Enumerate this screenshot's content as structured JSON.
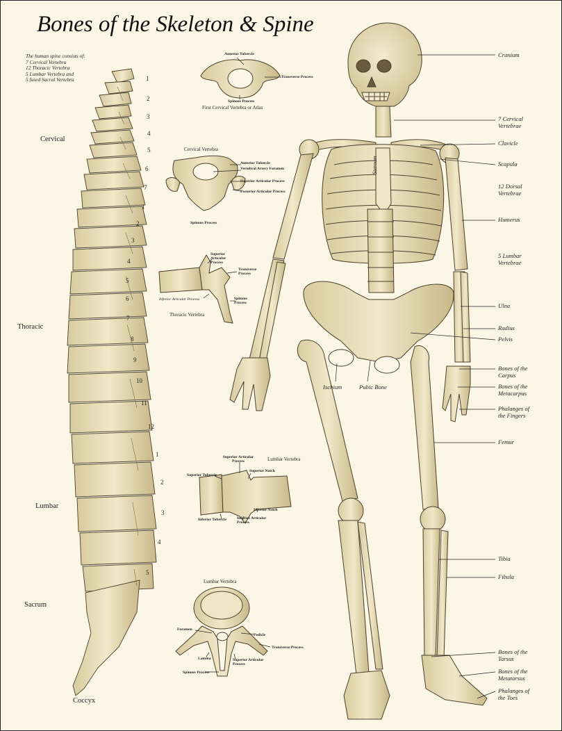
{
  "title": "Bones of the Skeleton & Spine",
  "intro": [
    "The human spine consists of:",
    "7 Cervical Vertebra",
    "12 Thoracic Vertebra",
    "5 Lumbar Vertebra and",
    "5 fused Sacral Vertebra"
  ],
  "regions": {
    "cervical": "Cervical",
    "thoracic": "Thoracic",
    "lumbar": "Lumbar",
    "sacrum": "Sacrum",
    "coccyx": "Coccyx"
  },
  "vertebra_numbers": [
    "1",
    "2",
    "3",
    "4",
    "5",
    "6",
    "7",
    "1",
    "2",
    "3",
    "4",
    "5",
    "6",
    "7",
    "8",
    "9",
    "10",
    "11",
    "12",
    "1",
    "2",
    "3",
    "4",
    "5"
  ],
  "atlas": {
    "anterior_tubercle": "Anterior Tubercle",
    "transverse_process": "Transverse Process",
    "spinous_process": "Spinous Process",
    "caption": "First Cervical Vertebra or Atlas"
  },
  "cervical_vertebra": {
    "caption": "Cervical Vertebra",
    "anterior_tubercle": "Anterior Tubercle",
    "vertebral_artery": "Vertebral Artery Foramen",
    "superior_articular": "Superior Articular Process",
    "posterior_articular": "Posterior Articular Process",
    "spinous_process": "Spinous Process"
  },
  "thoracic_vertebra": {
    "superior_articular": "Superior Articular Process",
    "transverse_process": "Transverse Process",
    "inferior_articular": "Inferior Articular Process",
    "spinous_process": "Spinous Process",
    "caption": "Thoracic Vertebra"
  },
  "lumbar_side": {
    "superior_articular": "Superior Articular Process",
    "caption": "Lumbar Vertebra",
    "superior_tubercle": "Superior Tubercle",
    "superior_notch": "Superior Notch",
    "inferior_notch": "Inferior Notch",
    "inferior_tubercle": "Inferior Tubercle",
    "inferior_articular": "Inferior Articular Process"
  },
  "lumbar_top": {
    "caption": "Lumbar Vertebra",
    "foramen": "Foramen",
    "pedicle": "Pedicle",
    "transverse_process": "Transverse Process",
    "lamina": "Lamina",
    "superior_articular": "Superior Articular Process",
    "spinous_process": "Spinous Process"
  },
  "sternum_label": "Sternum",
  "skeleton_labels": {
    "cranium": "Cranium",
    "cervical_vertebrae": "7 Cervical Vertebrae",
    "clavicle": "Clavicle",
    "scapula": "Scapula",
    "dorsal_vertebrae": "12 Dorsal Vertebrae",
    "humerus": "Humerus",
    "lumbar_vertebrae": "5 Lumbar Vertebrae",
    "ulna": "Ulna",
    "radius": "Radius",
    "pelvis": "Pelvis",
    "carpus": "Bones of the Carpus",
    "metacarpus": "Bones of the Metacarpus",
    "phalanges_fingers": "Phalanges of the Fingers",
    "femur": "Femur",
    "tibia": "Tibia",
    "fibula": "Fibula",
    "tarsus": "Bones of the Tarsus",
    "metatarsus": "Bones of the Metatarsus",
    "phalanges_toes": "Phalanges of the Toes",
    "ischium": "Ischium",
    "pubic_bone": "Pubic Bone"
  },
  "colors": {
    "bone": "#ece2bf",
    "bone_shade": "#c8b98c",
    "outline": "#4a3f2a",
    "background": "#fbf6e6"
  }
}
